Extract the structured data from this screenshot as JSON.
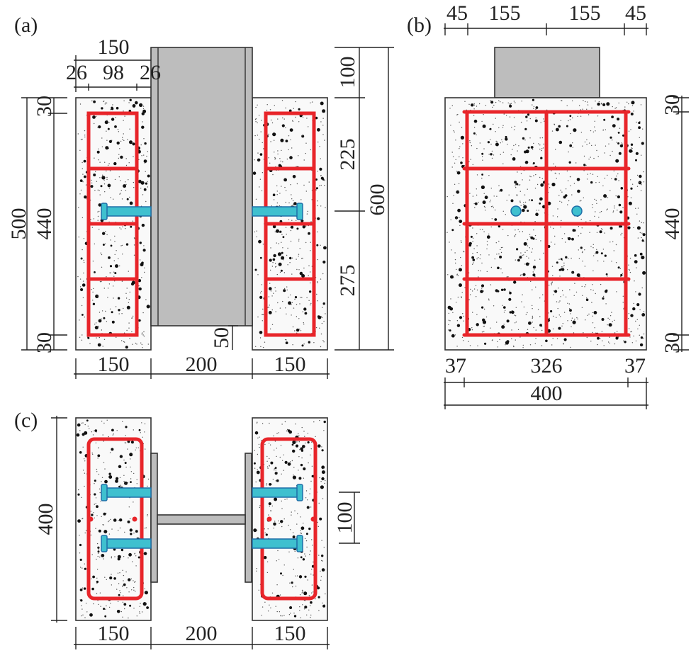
{
  "panels": {
    "a": {
      "label": "(a)",
      "top_total": "150",
      "top_parts": [
        "26",
        "98",
        "26"
      ],
      "left_total": "500",
      "left_inner": "440",
      "left_cover_top": "30",
      "left_cover_bottom": "30",
      "right_parts": [
        "100",
        "225",
        "275"
      ],
      "right_total": "600",
      "gap_bottom": "50",
      "bottom_parts": [
        "150",
        "200",
        "150"
      ]
    },
    "b": {
      "label": "(b)",
      "top_parts": [
        "45",
        "155",
        "155",
        "45"
      ],
      "right_parts": [
        "30",
        "440",
        "30"
      ],
      "bottom_parts": [
        "37",
        "326",
        "37"
      ],
      "bottom_total": "400"
    },
    "c": {
      "label": "(c)",
      "left_total": "400",
      "stud_spacing": "100",
      "bottom_parts": [
        "150",
        "200",
        "150"
      ]
    }
  },
  "colors": {
    "rebar": "#e8252a",
    "stud": "#3fc0cf",
    "steel": "#bdbdbd",
    "concrete": "#f9f9f9"
  }
}
